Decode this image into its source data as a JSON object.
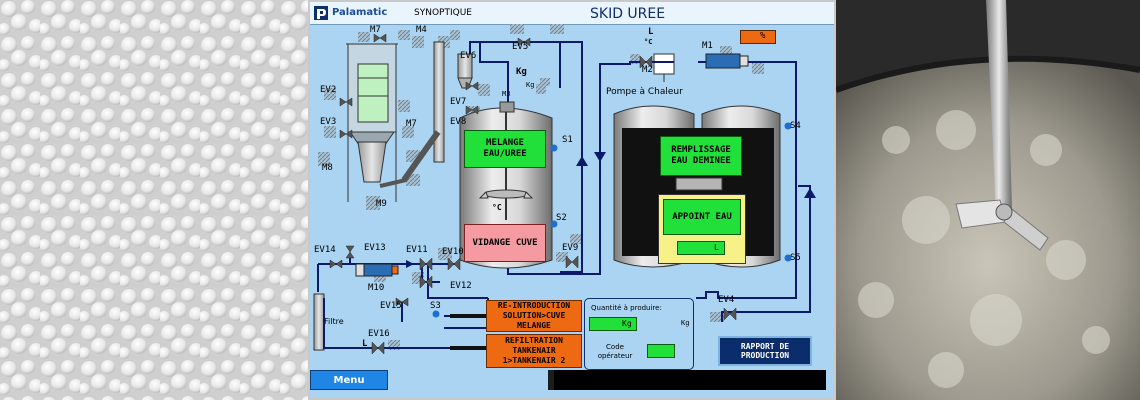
{
  "hmi": {
    "brand": "Palamatic",
    "section": "SYNOPTIQUE",
    "title": "SKID UREE",
    "percent_unit": "%",
    "menu_button": "Menu",
    "valves": {
      "ev5": "EV5",
      "ev6": "EV6",
      "ev7": "EV7",
      "ev8": "EV8",
      "ev2": "EV2",
      "ev3": "EV3",
      "ev14": "EV14",
      "ev13": "EV13",
      "ev11": "EV11",
      "ev10": "EV10",
      "ev9": "EV9",
      "ev12": "EV12",
      "ev15": "EV15",
      "ev16": "EV16",
      "ev4": "EV4"
    },
    "motors": {
      "m7a": "M7",
      "m4": "M4",
      "m7b": "M7",
      "m8": "M8",
      "m9": "M9",
      "m3": "M3",
      "m10": "M10",
      "m1": "M1",
      "m2": "M2"
    },
    "sensors": {
      "s1": "S1",
      "s2": "S2",
      "s3": "S3",
      "s4": "S4",
      "s5": "S5"
    },
    "units": {
      "kg_big": "Kg",
      "kg_small": "Kg",
      "l_top": "L",
      "c_top": "°C",
      "c_tank": "°C",
      "l_line": "L"
    },
    "labels": {
      "pompe": "Pompe à Chaleur",
      "filtre": "Filtre"
    },
    "buttons": {
      "melange": "MELANGE EAU/UREE",
      "vidange": "VIDANGE CUVE",
      "remplissage": "REMPLISSAGE EAU DEMINEE",
      "appoint": "APPOINT EAU",
      "appoint_unit": "L",
      "reintro": "RE-INTRODUCTION SOLUTION>CUVE MELANGE",
      "refiltration": "REFILTRATION TANKENAIR 1>TANKENAIR 2",
      "rapport": "RAPPORT DE PRODUCTION"
    },
    "production": {
      "qty_label": "Quantité à produire:",
      "qty_unit_inner": "Kg",
      "qty_unit_outer": "Kg",
      "code_label": "Code opérateur"
    }
  },
  "colors": {
    "screen_bg": "#aad4f2",
    "pipe": "#0d1a6b",
    "active_green": "#22e03a",
    "alarm_pink": "#f49aa0",
    "action_orange": "#ee6a12",
    "navy": "#0c2d6b"
  }
}
